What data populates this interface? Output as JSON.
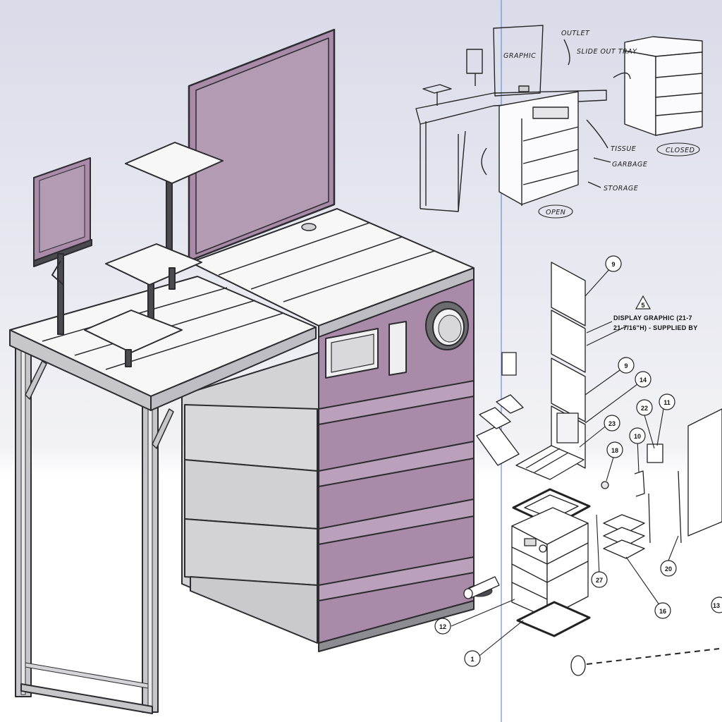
{
  "sketch": {
    "labels": [
      "OUTLET",
      "GRAPHIC",
      "SLIDE OUT TRAY",
      "TISSUE",
      "GARBAGE",
      "STORAGE",
      "OPEN",
      "CLOSED"
    ]
  },
  "exploded": {
    "header_line1": "DISPLAY GRAPHIC (21-7",
    "header_line2": "21-7/16\"H) - SUPPLIED BY",
    "note_number": "5",
    "callouts": [
      "9",
      "9",
      "14",
      "23",
      "22",
      "11",
      "18",
      "10",
      "20",
      "27",
      "16",
      "12",
      "1",
      "13"
    ]
  },
  "colors": {
    "panel_purple": "#a98aa8",
    "panel_purple_light": "#bba0bb",
    "panel_gray": "#cfcfd3",
    "top_white": "#f7f7f8",
    "outline": "#2c2c30",
    "guide_line": "#6f8fd6"
  }
}
